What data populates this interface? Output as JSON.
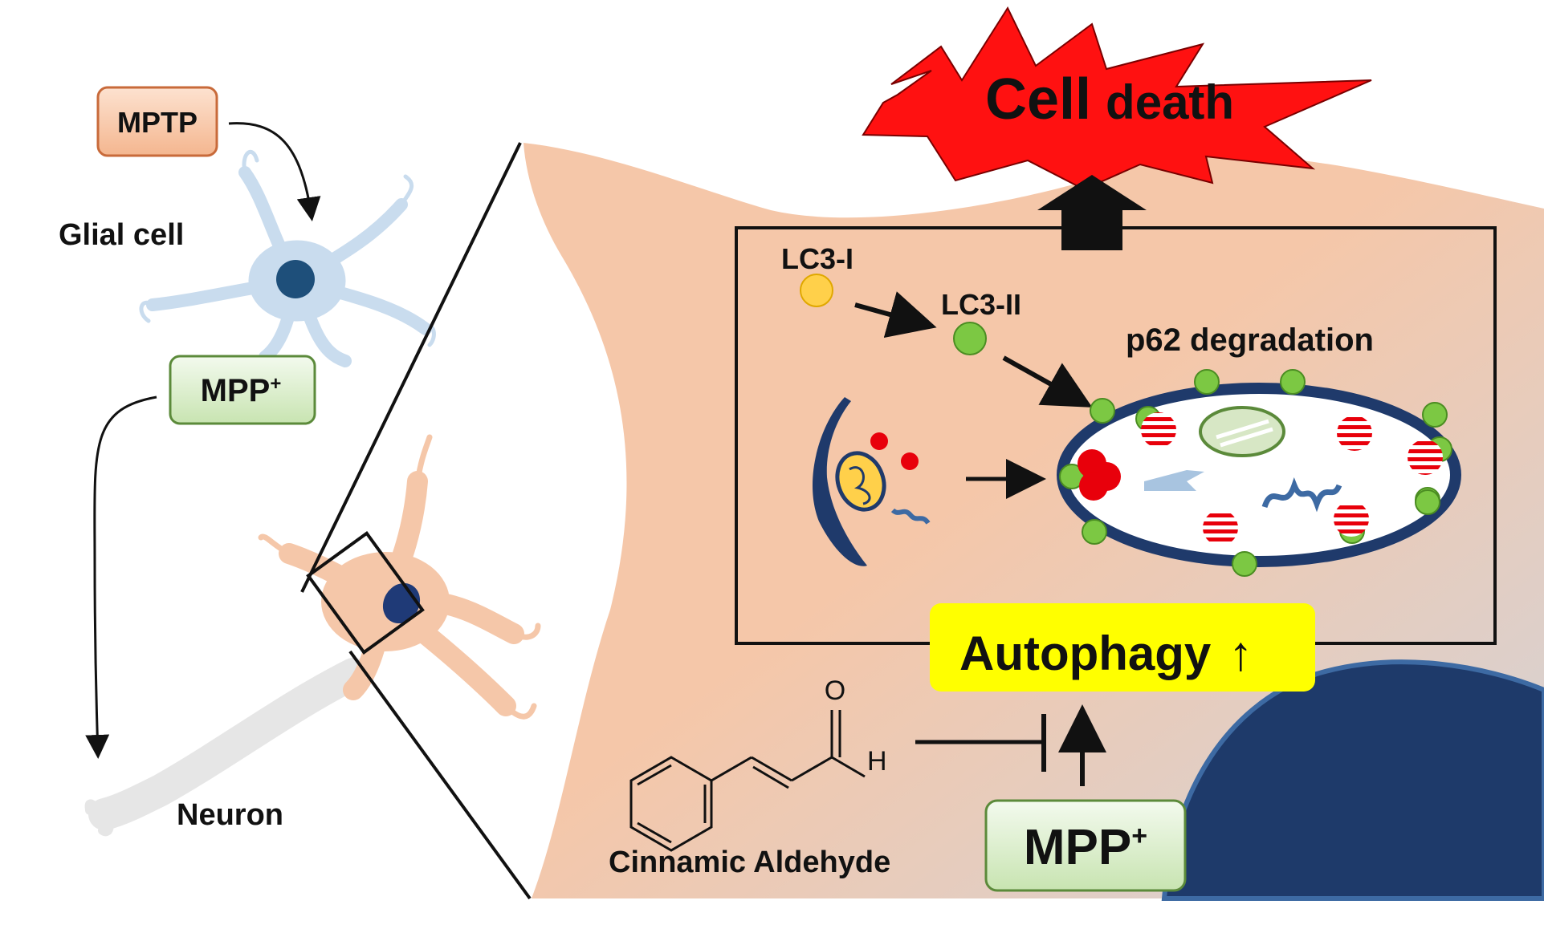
{
  "labels": {
    "mptp": "MPTP",
    "glial_cell": "Glial cell",
    "mpp_small_base": "MPP",
    "mpp_small_sup": "+",
    "neuron": "Neuron",
    "cell_death_1": "Cell",
    "cell_death_2": "death",
    "lc3_i": "LC3-I",
    "lc3_ii": "LC3-II",
    "p62": "p62 degradation",
    "autophagy": "Autophagy",
    "autophagy_arrow": "↑",
    "mpp_large_base": "MPP",
    "mpp_large_sup": "+",
    "aldehyde_o": "O",
    "aldehyde_h": "H",
    "compound": "Cinnamic Aldehyde"
  },
  "colors": {
    "cell_body": "#f5c7a9",
    "glial": "#c9dcee",
    "nucleus": "#1e3a6a",
    "neuron_nucleus": "#1f3a77",
    "autolysosome_ring": "#1f3a6b",
    "lc3_i": "#ffd04a",
    "lc3_ii": "#7cc843",
    "cargo_red": "#e8000b",
    "starburst": "#ff1111",
    "autophagy_box": "#ffff00",
    "mptp_box": "#f9c9a6",
    "mpp_box": "#dff0cf"
  },
  "icons": [
    "starburst-icon",
    "up-arrow-icon",
    "phagophore-icon",
    "mitochondrion-icon",
    "lysosome-icon",
    "inhibition-icon",
    "chemical-structure-icon"
  ]
}
